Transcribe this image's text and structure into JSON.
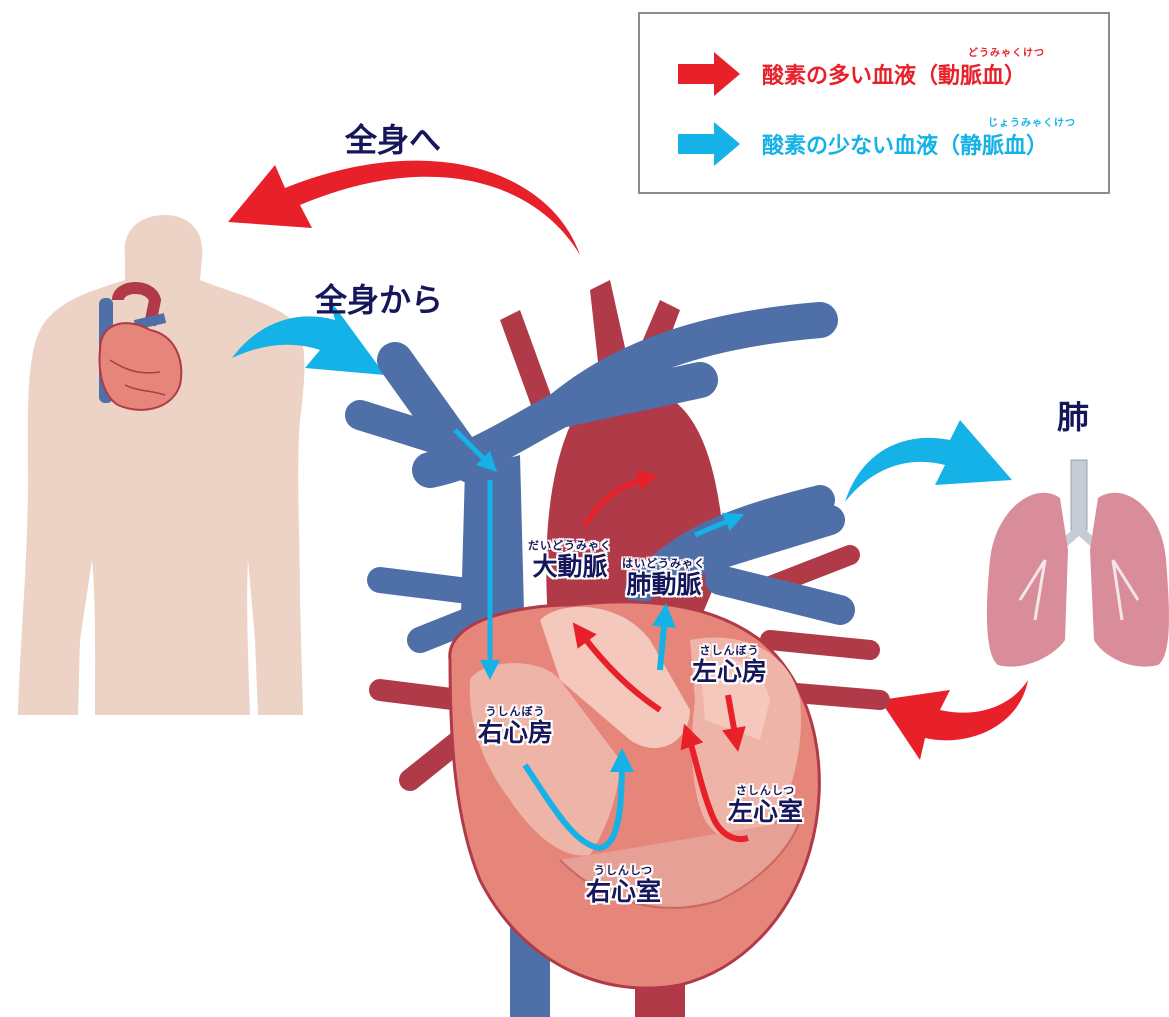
{
  "colors": {
    "oxygen_rich": "#e8202a",
    "oxygen_poor": "#14b2e6",
    "text": "#15175a",
    "vein": "#4e6fa8",
    "artery": "#b03a48",
    "heart": "#e6857a",
    "skin": "#ecd3c5",
    "lung": "#d98d9a"
  },
  "legend": {
    "rich": {
      "text": "酸素の多い血液（動脈血）",
      "ruby": "どうみゃくけつ"
    },
    "poor": {
      "text": "酸素の少ない血液（静脈血）",
      "ruby": "じょうみゃくけつ"
    }
  },
  "labels": {
    "to_body": "全身へ",
    "from_body": "全身から",
    "lung": "肺",
    "aorta": {
      "text": "大動脈",
      "ruby": "だいどうみゃく"
    },
    "pulmonary_artery": {
      "text": "肺動脈",
      "ruby": "はいどうみゃく"
    },
    "right_atrium": {
      "text": "右心房",
      "ruby": "うしんぼう"
    },
    "left_atrium": {
      "text": "左心房",
      "ruby": "さしんぼう"
    },
    "right_ventricle": {
      "text": "右心室",
      "ruby": "うしんしつ"
    },
    "left_ventricle": {
      "text": "左心室",
      "ruby": "さしんしつ"
    }
  }
}
